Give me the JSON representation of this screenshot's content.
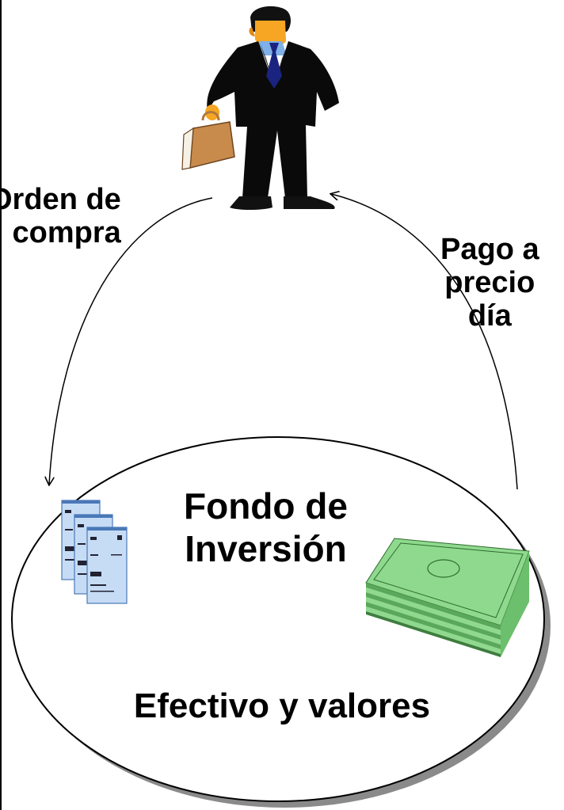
{
  "left_label": {
    "line1": "Orden de",
    "line2": "compra"
  },
  "right_label": {
    "line1": "Pago a",
    "line2": "precio",
    "line3": "día"
  },
  "fund": {
    "title_line1": "Fondo de",
    "title_line2": "Inversión",
    "subtitle": "Efectivo y valores"
  },
  "icons": {
    "investor": "businessman-with-briefcase-icon",
    "securities": "security-certificates-icon",
    "cash": "cash-stack-icon"
  },
  "colors": {
    "suit": "#0a0a0a",
    "tie": "#1a237e",
    "shirt": "#7fb0e8",
    "skin": "#f6a623",
    "briefcase": "#c98b4c",
    "money": "#8fd98f",
    "certificate": "#c6dcf5"
  }
}
